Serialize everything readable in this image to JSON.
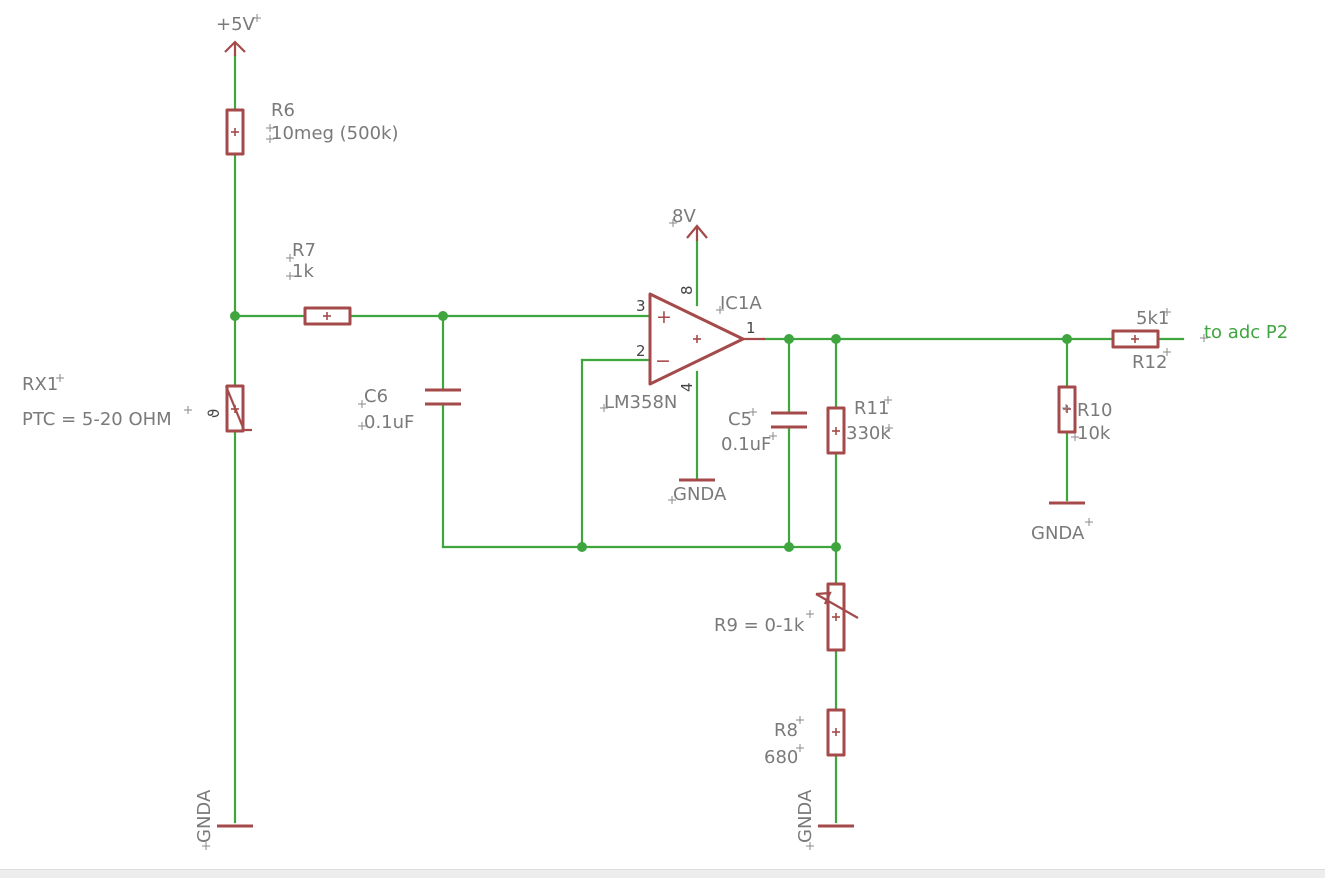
{
  "supplies": {
    "vcc": "+5V",
    "opamp_supply": "8V",
    "gnd_rx1": "GNDA",
    "gnd_r8": "GNDA",
    "gnd_opamp": "GNDA",
    "gnd_r10": "GNDA"
  },
  "components": {
    "r6": {
      "name": "R6",
      "value": "10meg (500k)"
    },
    "r7": {
      "name": "R7",
      "value": "1k"
    },
    "rx1": {
      "name": "RX1",
      "value": "PTC = 5-20 OHM"
    },
    "c6": {
      "name": "C6",
      "value": "0.1uF"
    },
    "ic1a": {
      "name": "IC1A",
      "value": "LM358N"
    },
    "c5": {
      "name": "C5",
      "value": "0.1uF"
    },
    "r11": {
      "name": "R11",
      "value": "330k"
    },
    "r9": {
      "label": "R9 = 0-1k"
    },
    "r8": {
      "name": "R8",
      "value": "680"
    },
    "r10": {
      "name": "R10",
      "value": "10k"
    },
    "r12": {
      "name": "R12",
      "value": "5k1"
    }
  },
  "opamp_pins": {
    "noninv": "3",
    "inv": "2",
    "out": "1",
    "vplus": "8",
    "vminus": "4",
    "plus_sign": "+",
    "minus_sign": "−"
  },
  "output_net": "to adc P2",
  "colors": {
    "wire": "#3fa53f",
    "component": "#a54a4a",
    "label": "#7a7a7a"
  }
}
